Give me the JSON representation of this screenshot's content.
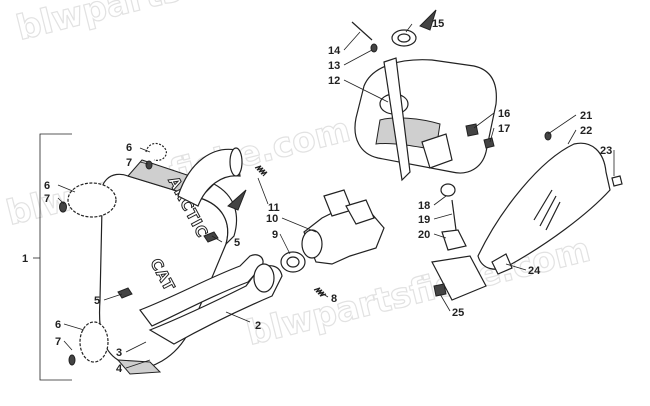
{
  "watermark": "blwpartsfiche.com",
  "brand": {
    "line1": "ARCTIC",
    "line2": "CAT"
  },
  "callouts": {
    "c1": "1",
    "c2": "2",
    "c3": "3",
    "c4": "4",
    "c5a": "5",
    "c5b": "5",
    "c6a": "6",
    "c6b": "6",
    "c6c": "6",
    "c7a": "7",
    "c7b": "7",
    "c7c": "7",
    "c8": "8",
    "c9": "9",
    "c10": "10",
    "c11": "11",
    "c12": "12",
    "c13": "13",
    "c14": "14",
    "c15": "15",
    "c16": "16",
    "c17": "17",
    "c18": "18",
    "c19": "19",
    "c20": "20",
    "c21": "21",
    "c22": "22",
    "c23": "23",
    "c24": "24",
    "c25": "25"
  }
}
